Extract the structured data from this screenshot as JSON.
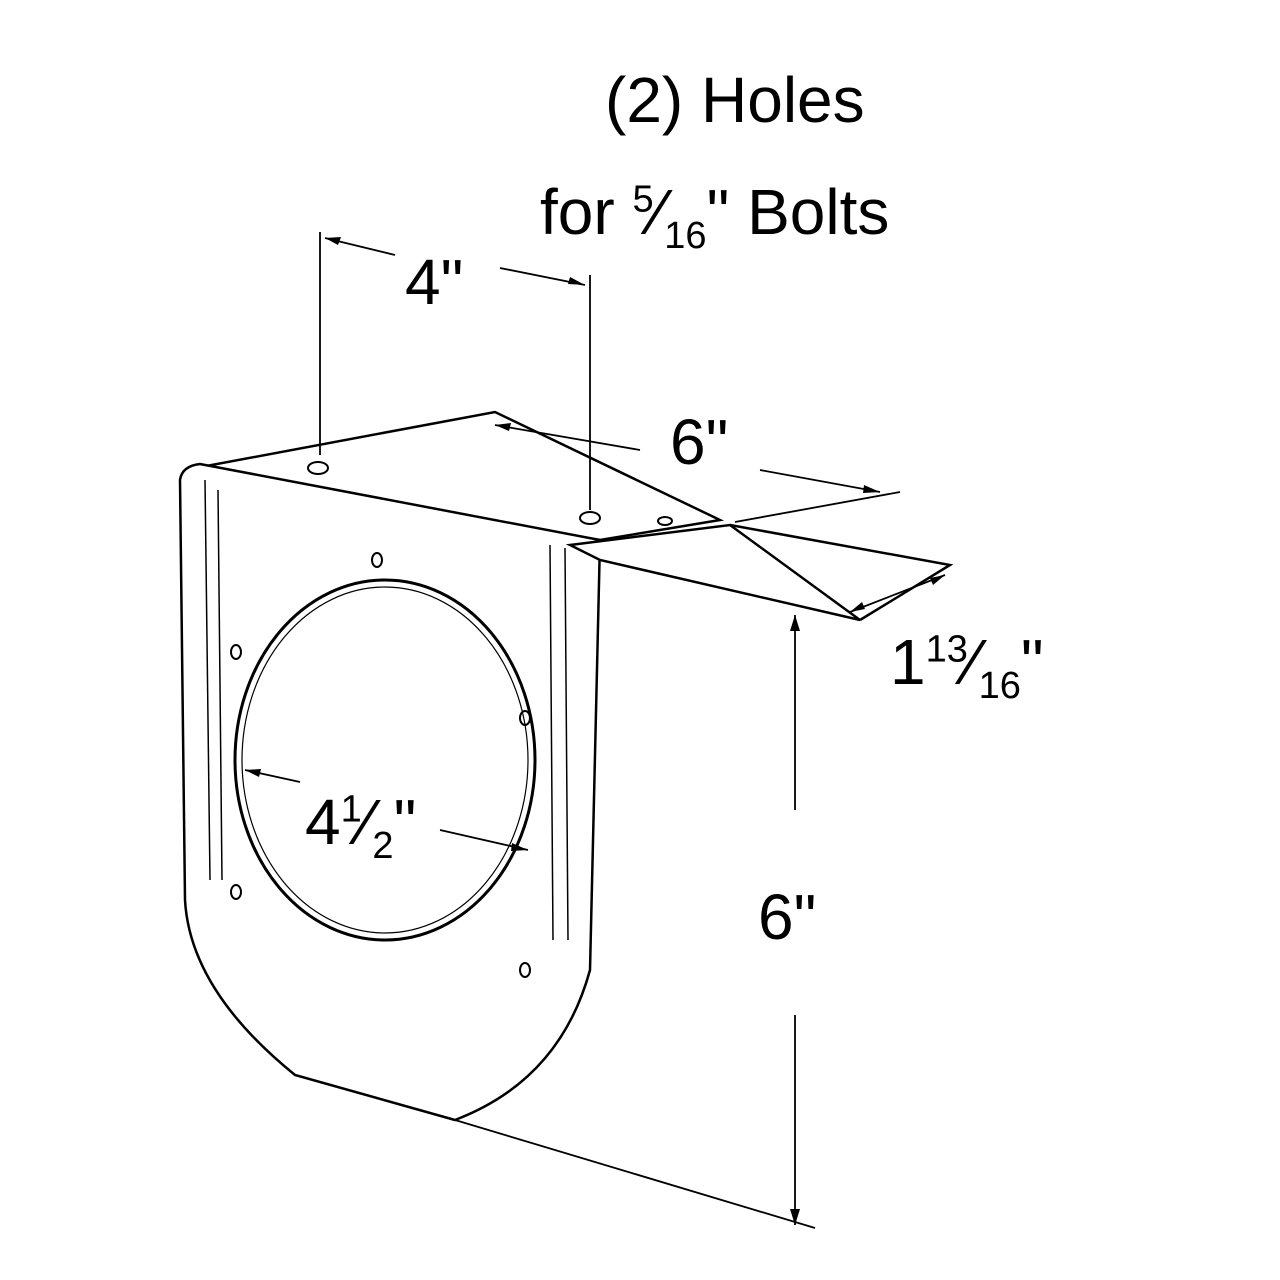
{
  "title_line1": "(2) Holes",
  "title_line2_prefix": "for ",
  "title_fraction_num": "5",
  "title_fraction_den": "16",
  "title_line2_suffix": "\" Bolts",
  "dim_hole_spacing": "4\"",
  "dim_width": "6\"",
  "dim_depth_whole": "1",
  "dim_depth_num": "13",
  "dim_depth_den": "16",
  "dim_depth_suffix": "\"",
  "dim_hole_whole": "4",
  "dim_hole_num": "1",
  "dim_hole_den": "2",
  "dim_hole_suffix": "\"",
  "dim_height": "6\""
}
